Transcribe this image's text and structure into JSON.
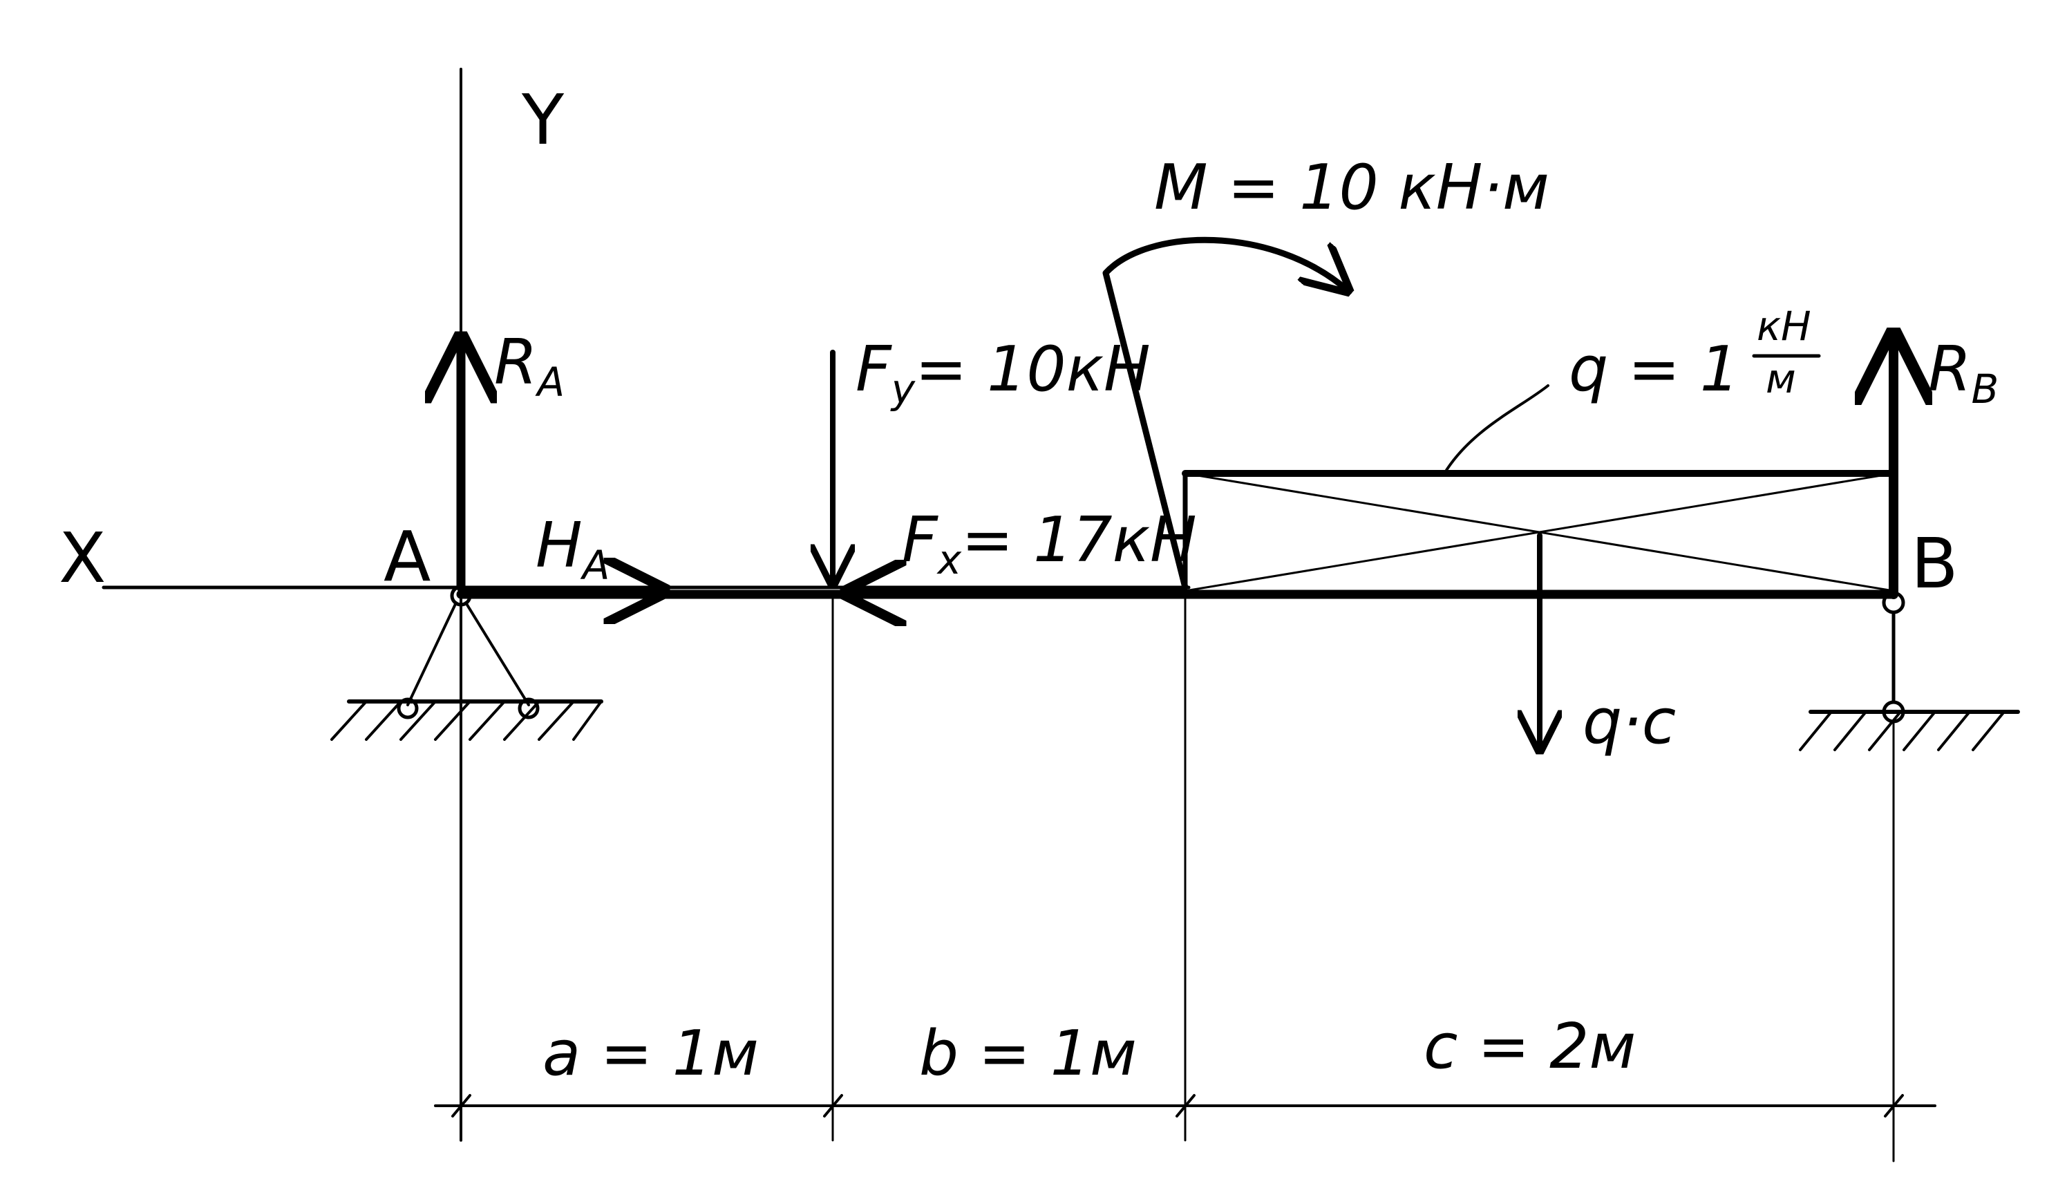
{
  "axes": {
    "x_label": "X",
    "y_label": "Y"
  },
  "points": {
    "a": "A",
    "b": "B"
  },
  "reactions": {
    "ra_main": "R",
    "ra_sub": "A",
    "ha_main": "H",
    "ha_sub": "A",
    "rb_main": "R",
    "rb_sub": "B"
  },
  "loads": {
    "fy_main": "F",
    "fy_sub": "y",
    "fy_value": "= 10кН",
    "fx_main": "F",
    "fx_sub": "x",
    "fx_value": "= 17кН",
    "moment": "M = 10 кН·м",
    "q_prefix": "q = 1",
    "q_num": "кН",
    "q_den": "м",
    "resultant": "q·c"
  },
  "dimensions": {
    "a": "a = 1м",
    "b": "b = 1м",
    "c": "c = 2м"
  }
}
